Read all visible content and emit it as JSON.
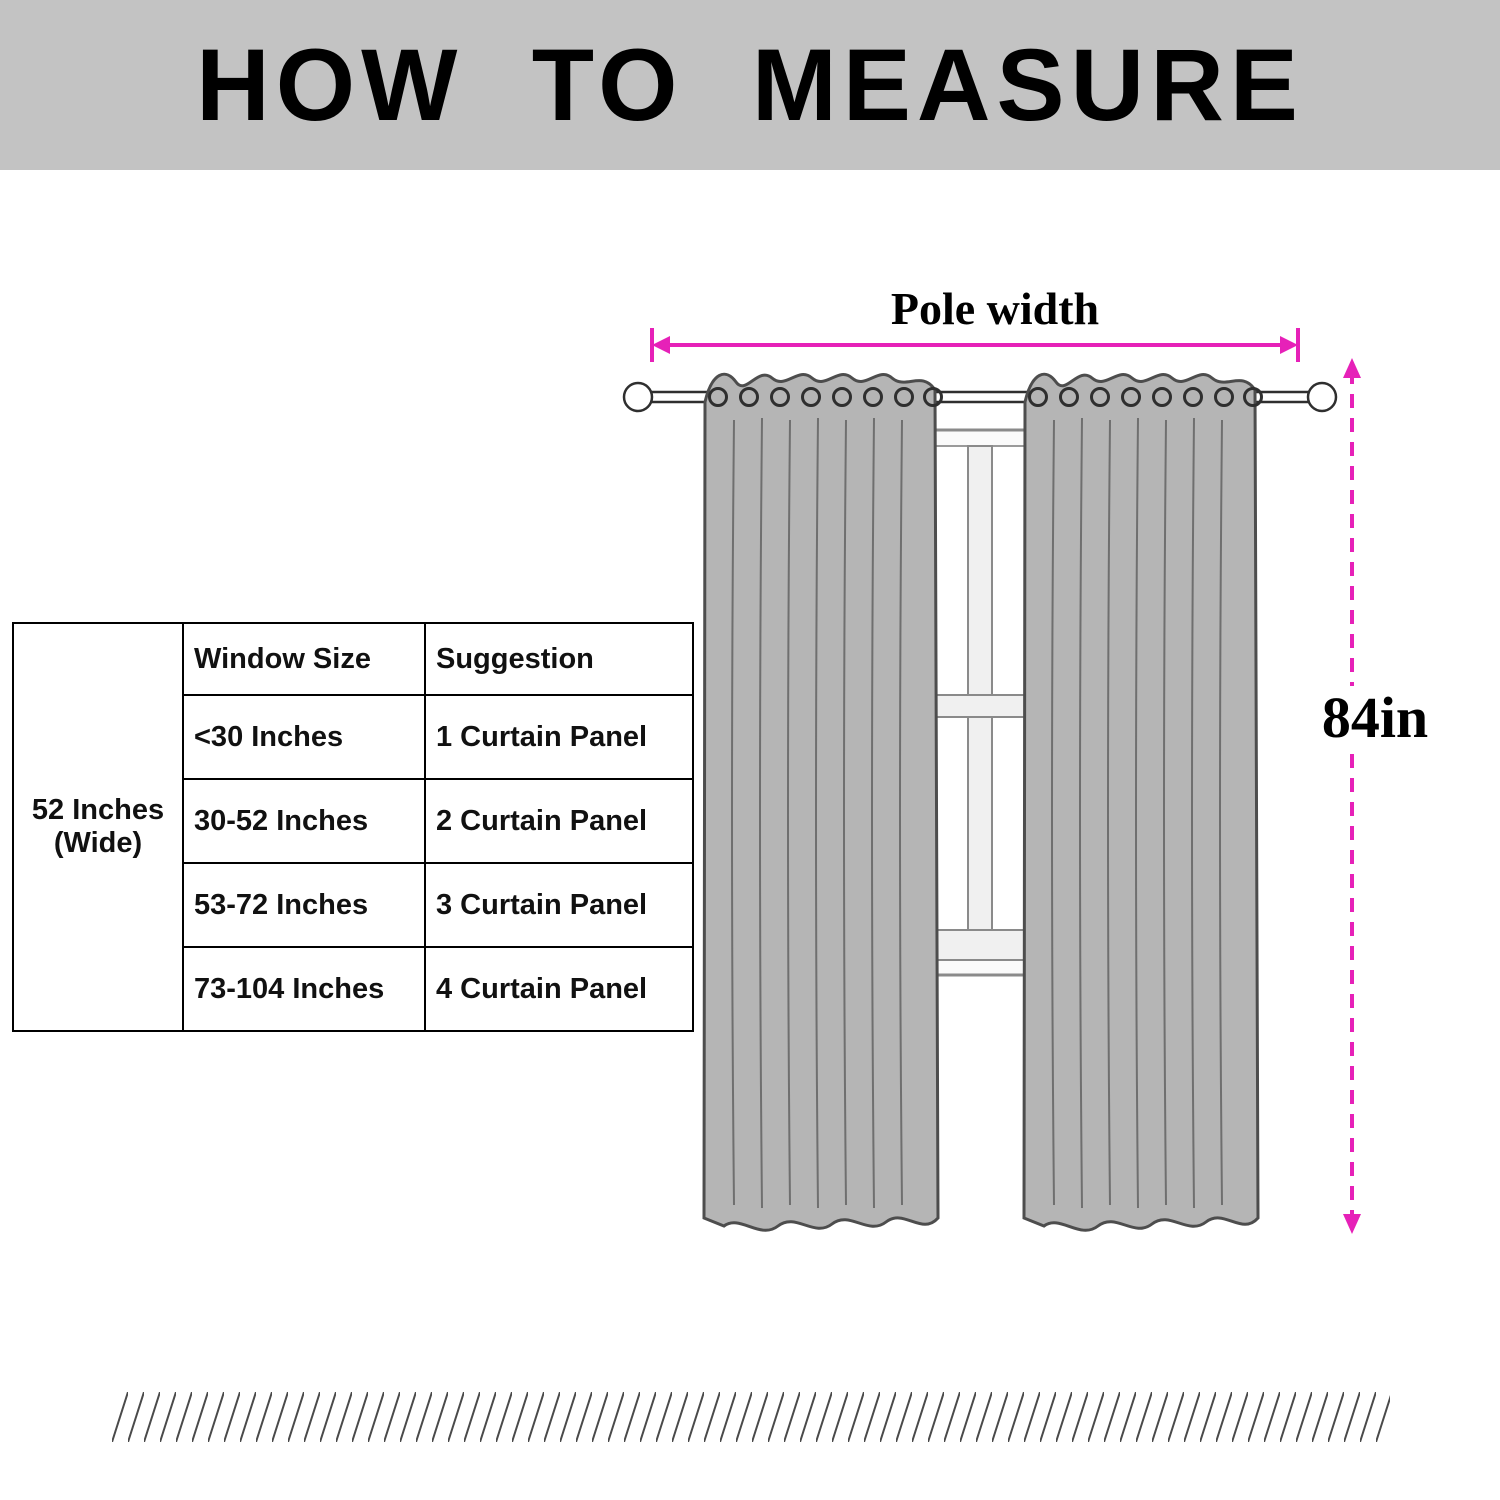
{
  "header": {
    "title": "HOW TO MEASURE"
  },
  "diagram": {
    "pole_width_label": "Pole width",
    "height_label": "84in"
  },
  "table": {
    "side_label": "52 Inches (Wide)",
    "columns": {
      "window_size": "Window Size",
      "suggestion": "Suggestion"
    },
    "rows": [
      {
        "window_size": "<30 Inches",
        "suggestion": "1 Curtain Panel"
      },
      {
        "window_size": "30-52 Inches",
        "suggestion": "2 Curtain Panel"
      },
      {
        "window_size": "53-72 Inches",
        "suggestion": "3 Curtain Panel"
      },
      {
        "window_size": "73-104 Inches",
        "suggestion": "4 Curtain Panel"
      }
    ]
  },
  "colors": {
    "accent_magenta": "#e621b8",
    "header_gray": "#c3c3c3",
    "curtain_gray": "#b5b5b5"
  }
}
